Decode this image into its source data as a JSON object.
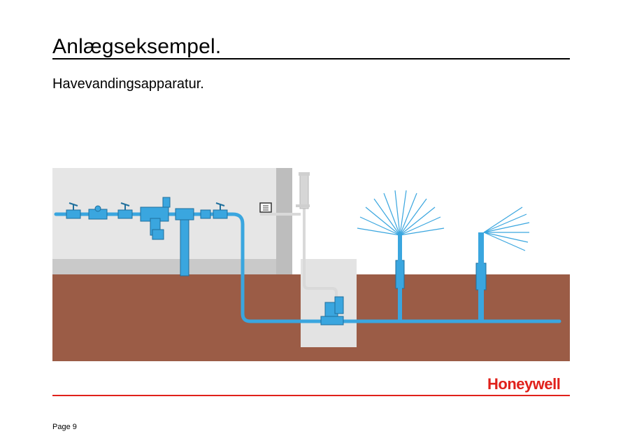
{
  "slide": {
    "title": "Anlægseksempel.",
    "subtitle": "Havevandingsapparatur."
  },
  "diagram": {
    "elements": [
      "wall",
      "soil",
      "inspection-pit",
      "supply-pipe",
      "valve-assembly",
      "pump",
      "pop-up-sprinkler-left",
      "pop-up-sprinkler-right",
      "control-box"
    ],
    "colors": {
      "wall": "#e6e6e6",
      "wall_shade": "#c9c9c9",
      "soil": "#9b5c46",
      "pit": "#e3e3e3",
      "pipe": "#3aa6df",
      "pipe_dark": "#1f6f9c",
      "control_line": "#d9d9d9"
    }
  },
  "footer": {
    "logo_text": "Honeywell",
    "logo_color": "#e0211b",
    "rule_color": "#e0211b",
    "page_label": "Page 9"
  }
}
